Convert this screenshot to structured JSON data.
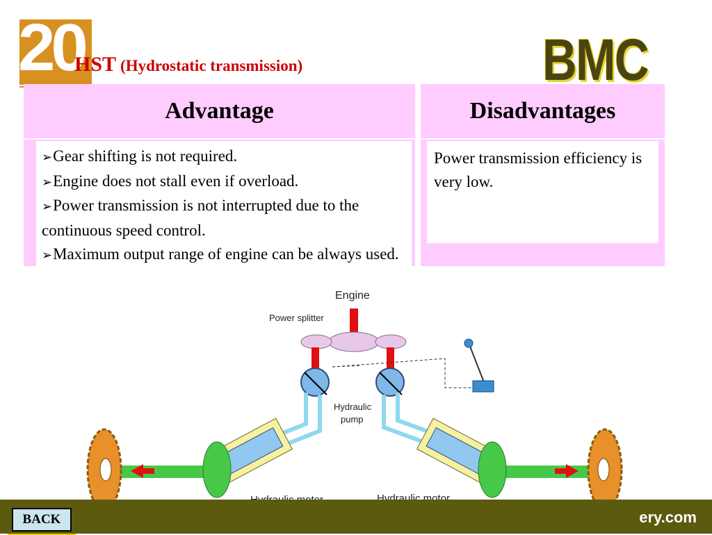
{
  "header": {
    "logo_number": "20",
    "title": "HST",
    "subtitle": "(Hydrostatic transmission)",
    "brand": "BMC"
  },
  "advantage": {
    "heading": "Advantage",
    "items": [
      "Gear shifting is not required.",
      "Engine does not stall even if overload.",
      "Power transmission is not interrupted due to the continuous speed control.",
      "Maximum output range of engine can be always used."
    ]
  },
  "disadvantages": {
    "heading": "Disadvantages",
    "text": "Power transmission efficiency is very low."
  },
  "diagram": {
    "labels": {
      "engine": "Engine",
      "power_splitter": "Power splitter",
      "hydraulic_pump_1": "Hydraulic",
      "hydraulic_pump_2": "pump",
      "motor_left": "Hydraulic motor",
      "motor_right": "Hydraulic motor"
    }
  },
  "footer": {
    "back_label": "BACK",
    "site_fragment": "ery.com"
  },
  "colors": {
    "panel_bg": "#ffccff",
    "footer_bar": "#5c5a0e",
    "title_red": "#cc0000",
    "logo_orange": "#d89020"
  }
}
